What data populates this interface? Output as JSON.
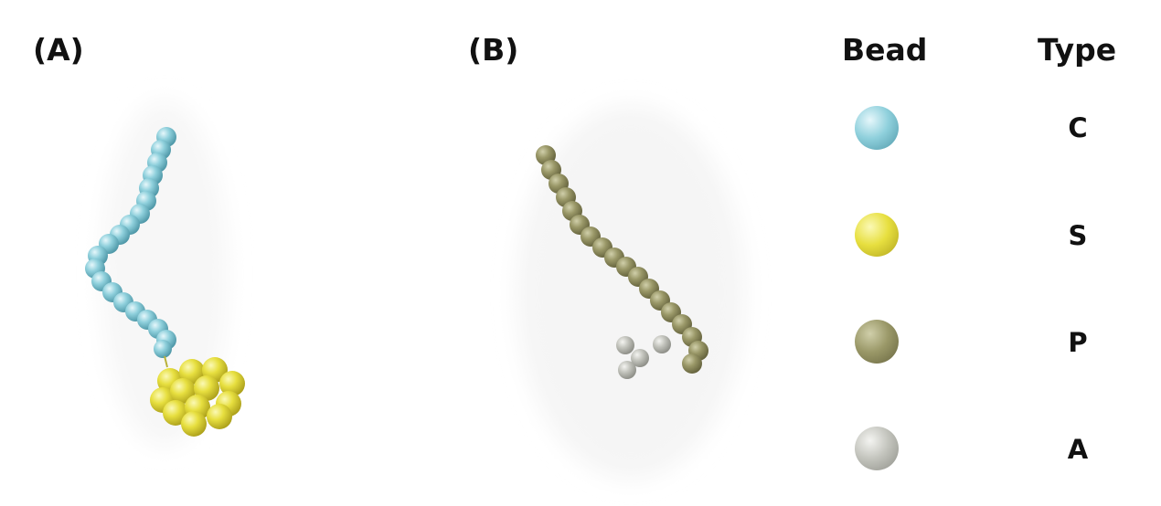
{
  "panels": {
    "a_label": "(A)",
    "b_label": "(B)"
  },
  "legend": {
    "bead_header": "Bead",
    "type_header": "Type",
    "items": [
      {
        "type": "C",
        "color": "#8ccbd6"
      },
      {
        "type": "S",
        "color": "#e8e043"
      },
      {
        "type": "P",
        "color": "#8e8c61"
      },
      {
        "type": "A",
        "color": "#b9bab2"
      }
    ]
  }
}
